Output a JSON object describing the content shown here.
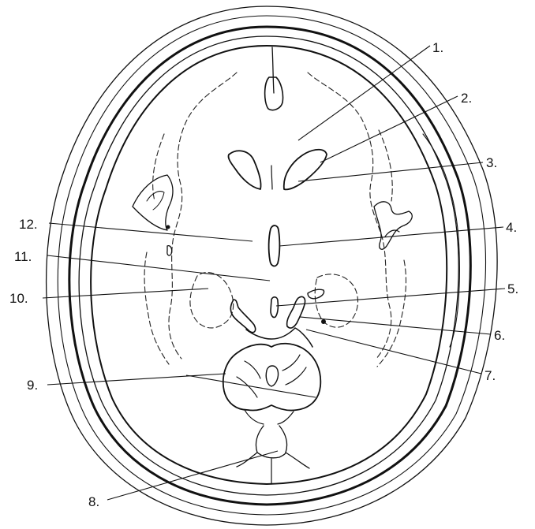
{
  "labels": [
    {
      "id": "1",
      "text": "1."
    },
    {
      "id": "2",
      "text": "2."
    },
    {
      "id": "3",
      "text": "3."
    },
    {
      "id": "4",
      "text": "4."
    },
    {
      "id": "5",
      "text": "5."
    },
    {
      "id": "6",
      "text": "6."
    },
    {
      "id": "7",
      "text": "7."
    },
    {
      "id": "8",
      "text": "8."
    },
    {
      "id": "9",
      "text": "9."
    },
    {
      "id": "10",
      "text": "10."
    },
    {
      "id": "11",
      "text": "11."
    },
    {
      "id": "12",
      "text": "12."
    }
  ]
}
